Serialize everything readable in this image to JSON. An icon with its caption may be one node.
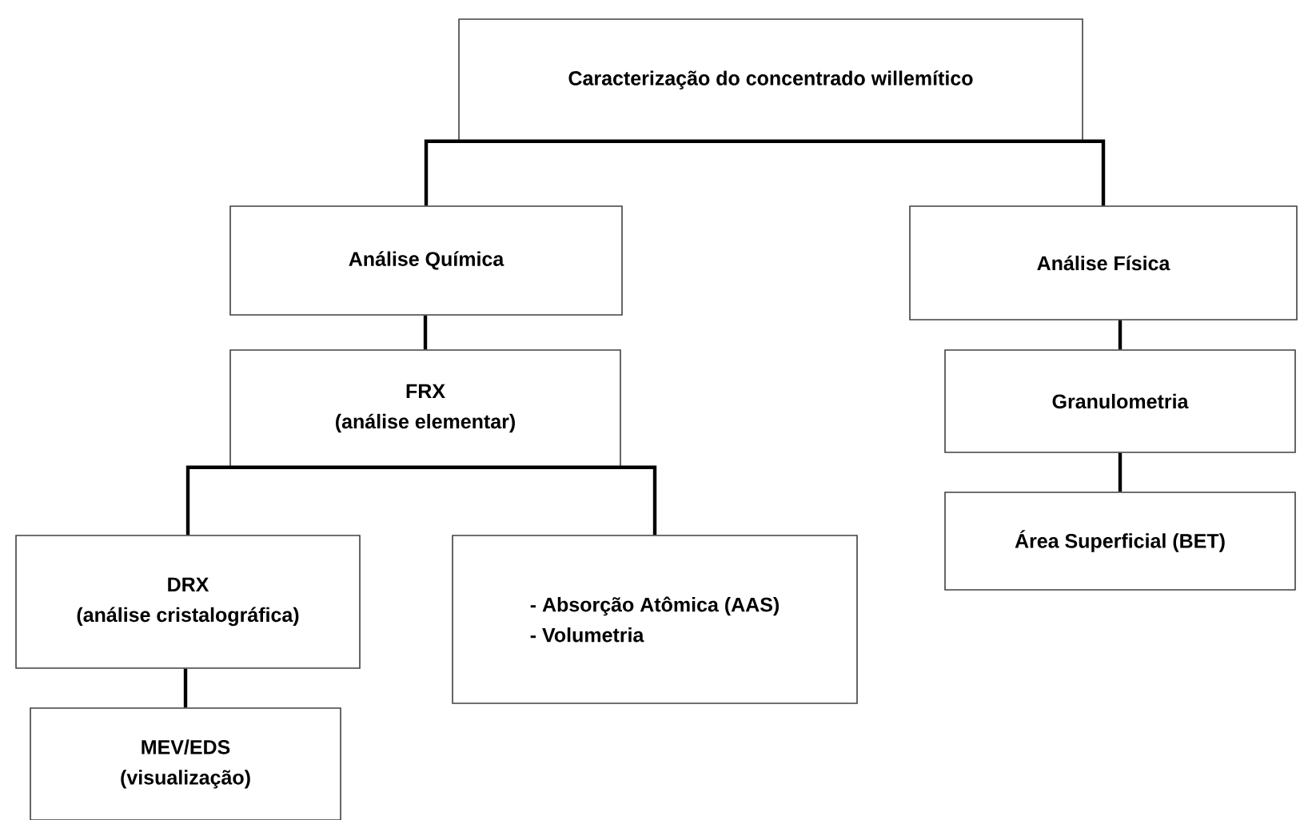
{
  "diagram": {
    "nodes": [
      {
        "text": [
          "Caracterização do concentrado willemítico"
        ]
      },
      {
        "text": [
          "Análise Química"
        ]
      },
      {
        "text": [
          "Análise Física"
        ]
      },
      {
        "text": [
          "FRX",
          "(análise elementar)"
        ]
      },
      {
        "text": [
          "Granulometria"
        ]
      },
      {
        "text": [
          "DRX",
          "(análise cristalográfica)"
        ]
      },
      {
        "text": [
          "- Absorção Atômica (AAS)",
          "- Volumetria"
        ]
      },
      {
        "text": [
          "MEV/EDS",
          "(visualização)"
        ]
      },
      {
        "text": [
          "Área Superficial (BET)"
        ]
      }
    ],
    "edges": [
      {
        "from": 0,
        "to": 1,
        "arrow": "none"
      },
      {
        "from": 0,
        "to": 2,
        "arrow": "none"
      },
      {
        "from": 1,
        "to": 3,
        "arrow": "none"
      },
      {
        "from": 3,
        "to": 5,
        "arrow": "none"
      },
      {
        "from": 3,
        "to": 6,
        "arrow": "none"
      },
      {
        "from": 5,
        "to": 7,
        "arrow": "none"
      },
      {
        "from": 2,
        "to": 4,
        "arrow": "none"
      },
      {
        "from": 4,
        "to": 8,
        "arrow": "none"
      }
    ]
  }
}
